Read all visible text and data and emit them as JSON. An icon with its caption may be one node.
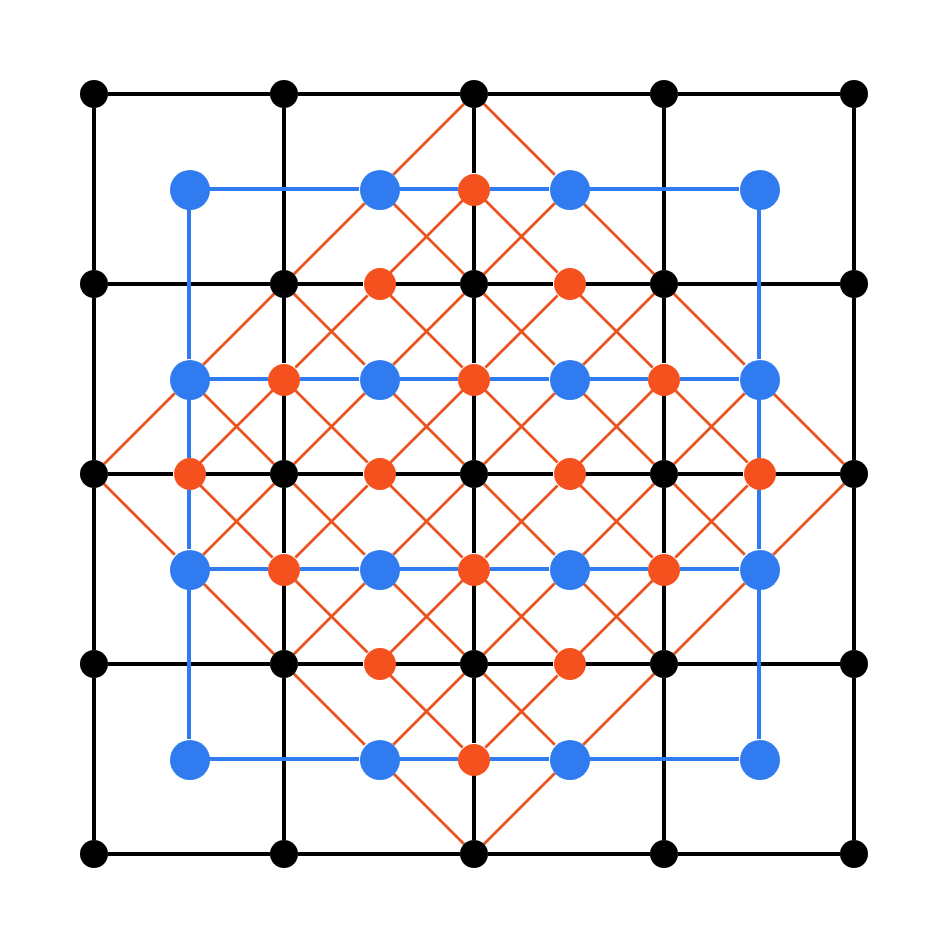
{
  "diagram": {
    "nodes": [
      {
        "text": [],
        "shape": "circle"
      },
      {
        "text": [],
        "shape": "circle"
      },
      {
        "text": [],
        "shape": "circle"
      },
      {
        "text": [],
        "shape": "circle"
      },
      {
        "text": [],
        "shape": "circle"
      },
      {
        "text": [],
        "shape": "circle"
      },
      {
        "text": [],
        "shape": "circle"
      },
      {
        "text": [],
        "shape": "circle"
      },
      {
        "text": [],
        "shape": "circle"
      },
      {
        "text": [],
        "shape": "circle"
      },
      {
        "text": [],
        "shape": "circle"
      },
      {
        "text": [],
        "shape": "circle"
      },
      {
        "text": [],
        "shape": "circle"
      },
      {
        "text": [],
        "shape": "circle"
      },
      {
        "text": [],
        "shape": "circle"
      },
      {
        "text": [],
        "shape": "circle"
      },
      {
        "text": [],
        "shape": "circle"
      },
      {
        "text": [],
        "shape": "circle"
      },
      {
        "text": [],
        "shape": "circle"
      },
      {
        "text": [],
        "shape": "circle"
      },
      {
        "text": [],
        "shape": "circle"
      },
      {
        "text": [],
        "shape": "circle"
      },
      {
        "text": [],
        "shape": "circle"
      },
      {
        "text": [],
        "shape": "circle"
      },
      {
        "text": [],
        "shape": "circle"
      },
      {
        "text": [],
        "shape": "circle"
      },
      {
        "text": [],
        "shape": "circle"
      },
      {
        "text": [],
        "shape": "circle"
      },
      {
        "text": [],
        "shape": "circle"
      },
      {
        "text": [],
        "shape": "circle"
      },
      {
        "text": [],
        "shape": "circle"
      },
      {
        "text": [],
        "shape": "circle"
      },
      {
        "text": [],
        "shape": "circle"
      },
      {
        "text": [],
        "shape": "circle"
      },
      {
        "text": [],
        "shape": "circle"
      },
      {
        "text": [],
        "shape": "circle"
      },
      {
        "text": [],
        "shape": "circle"
      },
      {
        "text": [],
        "shape": "circle"
      },
      {
        "text": [],
        "shape": "circle"
      },
      {
        "text": [],
        "shape": "circle"
      },
      {
        "text": [],
        "shape": "circle"
      },
      {
        "text": [],
        "shape": "circle"
      },
      {
        "text": [],
        "shape": "circle"
      },
      {
        "text": [],
        "shape": "circle"
      },
      {
        "text": [],
        "shape": "circle"
      },
      {
        "text": [],
        "shape": "circle"
      },
      {
        "text": [],
        "shape": "circle"
      },
      {
        "text": [],
        "shape": "circle"
      },
      {
        "text": [],
        "shape": "circle"
      },
      {
        "text": [],
        "shape": "circle"
      },
      {
        "text": [],
        "shape": "circle"
      },
      {
        "text": [],
        "shape": "circle"
      },
      {
        "text": [],
        "shape": "circle"
      },
      {
        "text": [],
        "shape": "circle"
      },
      {
        "text": [],
        "shape": "circle"
      },
      {
        "text": [],
        "shape": "circle"
      },
      {
        "text": [],
        "shape": "circle"
      }
    ],
    "edges": [
      {
        "from": 0,
        "to": 1,
        "arrow": "none",
        "color": "#000000"
      },
      {
        "from": 1,
        "to": 2,
        "arrow": "none",
        "color": "#000000"
      },
      {
        "from": 2,
        "to": 3,
        "arrow": "none",
        "color": "#000000"
      },
      {
        "from": 3,
        "to": 4,
        "arrow": "none",
        "color": "#000000"
      },
      {
        "from": 10,
        "to": 11,
        "arrow": "none",
        "color": "#000000"
      },
      {
        "from": 11,
        "to": 12,
        "arrow": "none",
        "color": "#000000"
      },
      {
        "from": 12,
        "to": 13,
        "arrow": "none",
        "color": "#000000"
      },
      {
        "from": 13,
        "to": 14,
        "arrow": "none",
        "color": "#000000"
      },
      {
        "from": 14,
        "to": 15,
        "arrow": "none",
        "color": "#000000"
      },
      {
        "from": 15,
        "to": 16,
        "arrow": "none",
        "color": "#000000"
      },
      {
        "from": 24,
        "to": 25,
        "arrow": "none",
        "color": "#000000"
      },
      {
        "from": 25,
        "to": 26,
        "arrow": "none",
        "color": "#000000"
      },
      {
        "from": 26,
        "to": 27,
        "arrow": "none",
        "color": "#000000"
      },
      {
        "from": 27,
        "to": 28,
        "arrow": "none",
        "color": "#000000"
      },
      {
        "from": 28,
        "to": 29,
        "arrow": "none",
        "color": "#000000"
      },
      {
        "from": 29,
        "to": 30,
        "arrow": "none",
        "color": "#000000"
      },
      {
        "from": 30,
        "to": 31,
        "arrow": "none",
        "color": "#000000"
      },
      {
        "from": 31,
        "to": 32,
        "arrow": "none",
        "color": "#000000"
      },
      {
        "from": 40,
        "to": 41,
        "arrow": "none",
        "color": "#000000"
      },
      {
        "from": 41,
        "to": 42,
        "arrow": "none",
        "color": "#000000"
      },
      {
        "from": 42,
        "to": 43,
        "arrow": "none",
        "color": "#000000"
      },
      {
        "from": 43,
        "to": 44,
        "arrow": "none",
        "color": "#000000"
      },
      {
        "from": 44,
        "to": 45,
        "arrow": "none",
        "color": "#000000"
      },
      {
        "from": 45,
        "to": 46,
        "arrow": "none",
        "color": "#000000"
      },
      {
        "from": 52,
        "to": 53,
        "arrow": "none",
        "color": "#000000"
      },
      {
        "from": 53,
        "to": 54,
        "arrow": "none",
        "color": "#000000"
      },
      {
        "from": 54,
        "to": 55,
        "arrow": "none",
        "color": "#000000"
      },
      {
        "from": 55,
        "to": 56,
        "arrow": "none",
        "color": "#000000"
      },
      {
        "from": 0,
        "to": 10,
        "arrow": "none",
        "color": "#000000"
      },
      {
        "from": 10,
        "to": 24,
        "arrow": "none",
        "color": "#000000"
      },
      {
        "from": 24,
        "to": 40,
        "arrow": "none",
        "color": "#000000"
      },
      {
        "from": 40,
        "to": 52,
        "arrow": "none",
        "color": "#000000"
      },
      {
        "from": 1,
        "to": 11,
        "arrow": "none",
        "color": "#000000"
      },
      {
        "from": 11,
        "to": 18,
        "arrow": "none",
        "color": "#000000"
      },
      {
        "from": 18,
        "to": 26,
        "arrow": "none",
        "color": "#000000"
      },
      {
        "from": 26,
        "to": 34,
        "arrow": "none",
        "color": "#000000"
      },
      {
        "from": 34,
        "to": 41,
        "arrow": "none",
        "color": "#000000"
      },
      {
        "from": 41,
        "to": 53,
        "arrow": "none",
        "color": "#000000"
      },
      {
        "from": 2,
        "to": 7,
        "arrow": "none",
        "color": "#000000"
      },
      {
        "from": 7,
        "to": 13,
        "arrow": "none",
        "color": "#000000"
      },
      {
        "from": 13,
        "to": 20,
        "arrow": "none",
        "color": "#000000"
      },
      {
        "from": 20,
        "to": 28,
        "arrow": "none",
        "color": "#000000"
      },
      {
        "from": 28,
        "to": 36,
        "arrow": "none",
        "color": "#000000"
      },
      {
        "from": 36,
        "to": 43,
        "arrow": "none",
        "color": "#000000"
      },
      {
        "from": 43,
        "to": 49,
        "arrow": "none",
        "color": "#000000"
      },
      {
        "from": 49,
        "to": 54,
        "arrow": "none",
        "color": "#000000"
      },
      {
        "from": 3,
        "to": 15,
        "arrow": "none",
        "color": "#000000"
      },
      {
        "from": 15,
        "to": 22,
        "arrow": "none",
        "color": "#000000"
      },
      {
        "from": 22,
        "to": 30,
        "arrow": "none",
        "color": "#000000"
      },
      {
        "from": 30,
        "to": 38,
        "arrow": "none",
        "color": "#000000"
      },
      {
        "from": 38,
        "to": 45,
        "arrow": "none",
        "color": "#000000"
      },
      {
        "from": 45,
        "to": 55,
        "arrow": "none",
        "color": "#000000"
      },
      {
        "from": 4,
        "to": 16,
        "arrow": "none",
        "color": "#000000"
      },
      {
        "from": 16,
        "to": 32,
        "arrow": "none",
        "color": "#000000"
      },
      {
        "from": 32,
        "to": 46,
        "arrow": "none",
        "color": "#000000"
      },
      {
        "from": 46,
        "to": 56,
        "arrow": "none",
        "color": "#000000"
      },
      {
        "from": 5,
        "to": 6,
        "arrow": "none",
        "color": "#2f7bef"
      },
      {
        "from": 6,
        "to": 7,
        "arrow": "none",
        "color": "#2f7bef"
      },
      {
        "from": 7,
        "to": 8,
        "arrow": "none",
        "color": "#2f7bef"
      },
      {
        "from": 8,
        "to": 9,
        "arrow": "none",
        "color": "#2f7bef"
      },
      {
        "from": 17,
        "to": 18,
        "arrow": "none",
        "color": "#2f7bef"
      },
      {
        "from": 18,
        "to": 19,
        "arrow": "none",
        "color": "#2f7bef"
      },
      {
        "from": 19,
        "to": 20,
        "arrow": "none",
        "color": "#2f7bef"
      },
      {
        "from": 20,
        "to": 21,
        "arrow": "none",
        "color": "#2f7bef"
      },
      {
        "from": 21,
        "to": 22,
        "arrow": "none",
        "color": "#2f7bef"
      },
      {
        "from": 22,
        "to": 23,
        "arrow": "none",
        "color": "#2f7bef"
      },
      {
        "from": 33,
        "to": 34,
        "arrow": "none",
        "color": "#2f7bef"
      },
      {
        "from": 34,
        "to": 35,
        "arrow": "none",
        "color": "#2f7bef"
      },
      {
        "from": 35,
        "to": 36,
        "arrow": "none",
        "color": "#2f7bef"
      },
      {
        "from": 36,
        "to": 37,
        "arrow": "none",
        "color": "#2f7bef"
      },
      {
        "from": 37,
        "to": 38,
        "arrow": "none",
        "color": "#2f7bef"
      },
      {
        "from": 38,
        "to": 39,
        "arrow": "none",
        "color": "#2f7bef"
      },
      {
        "from": 47,
        "to": 48,
        "arrow": "none",
        "color": "#2f7bef"
      },
      {
        "from": 48,
        "to": 49,
        "arrow": "none",
        "color": "#2f7bef"
      },
      {
        "from": 49,
        "to": 50,
        "arrow": "none",
        "color": "#2f7bef"
      },
      {
        "from": 50,
        "to": 51,
        "arrow": "none",
        "color": "#2f7bef"
      },
      {
        "from": 5,
        "to": 17,
        "arrow": "none",
        "color": "#2f7bef"
      },
      {
        "from": 17,
        "to": 25,
        "arrow": "none",
        "color": "#2f7bef"
      },
      {
        "from": 25,
        "to": 33,
        "arrow": "none",
        "color": "#2f7bef"
      },
      {
        "from": 33,
        "to": 47,
        "arrow": "none",
        "color": "#2f7bef"
      },
      {
        "from": 9,
        "to": 23,
        "arrow": "none",
        "color": "#2f7bef"
      },
      {
        "from": 23,
        "to": 31,
        "arrow": "none",
        "color": "#2f7bef"
      },
      {
        "from": 31,
        "to": 39,
        "arrow": "none",
        "color": "#2f7bef"
      },
      {
        "from": 39,
        "to": 51,
        "arrow": "none",
        "color": "#2f7bef"
      },
      {
        "from": 24,
        "to": 17,
        "arrow": "none"
      },
      {
        "from": 17,
        "to": 11,
        "arrow": "none"
      },
      {
        "from": 11,
        "to": 6,
        "arrow": "none"
      },
      {
        "from": 6,
        "to": 2,
        "arrow": "none"
      },
      {
        "from": 25,
        "to": 18,
        "arrow": "none"
      },
      {
        "from": 18,
        "to": 12,
        "arrow": "none"
      },
      {
        "from": 12,
        "to": 7,
        "arrow": "none"
      },
      {
        "from": 33,
        "to": 26,
        "arrow": "none"
      },
      {
        "from": 26,
        "to": 19,
        "arrow": "none"
      },
      {
        "from": 19,
        "to": 13,
        "arrow": "none"
      },
      {
        "from": 13,
        "to": 8,
        "arrow": "none"
      },
      {
        "from": 34,
        "to": 27,
        "arrow": "none"
      },
      {
        "from": 27,
        "to": 20,
        "arrow": "none"
      },
      {
        "from": 20,
        "to": 14,
        "arrow": "none"
      },
      {
        "from": 41,
        "to": 35,
        "arrow": "none"
      },
      {
        "from": 35,
        "to": 28,
        "arrow": "none"
      },
      {
        "from": 28,
        "to": 21,
        "arrow": "none"
      },
      {
        "from": 21,
        "to": 15,
        "arrow": "none"
      },
      {
        "from": 42,
        "to": 36,
        "arrow": "none"
      },
      {
        "from": 36,
        "to": 29,
        "arrow": "none"
      },
      {
        "from": 29,
        "to": 22,
        "arrow": "none"
      },
      {
        "from": 48,
        "to": 43,
        "arrow": "none"
      },
      {
        "from": 43,
        "to": 37,
        "arrow": "none"
      },
      {
        "from": 37,
        "to": 30,
        "arrow": "none"
      },
      {
        "from": 30,
        "to": 23,
        "arrow": "none"
      },
      {
        "from": 49,
        "to": 44,
        "arrow": "none"
      },
      {
        "from": 44,
        "to": 38,
        "arrow": "none"
      },
      {
        "from": 38,
        "to": 31,
        "arrow": "none"
      },
      {
        "from": 54,
        "to": 50,
        "arrow": "none"
      },
      {
        "from": 50,
        "to": 45,
        "arrow": "none"
      },
      {
        "from": 45,
        "to": 39,
        "arrow": "none"
      },
      {
        "from": 39,
        "to": 32,
        "arrow": "none"
      },
      {
        "from": 24,
        "to": 33,
        "arrow": "none"
      },
      {
        "from": 33,
        "to": 41,
        "arrow": "none"
      },
      {
        "from": 41,
        "to": 48,
        "arrow": "none"
      },
      {
        "from": 48,
        "to": 54,
        "arrow": "none"
      },
      {
        "from": 25,
        "to": 34,
        "arrow": "none"
      },
      {
        "from": 34,
        "to": 42,
        "arrow": "none"
      },
      {
        "from": 42,
        "to": 49,
        "arrow": "none"
      },
      {
        "from": 17,
        "to": 26,
        "arrow": "none"
      },
      {
        "from": 26,
        "to": 35,
        "arrow": "none"
      },
      {
        "from": 35,
        "to": 43,
        "arrow": "none"
      },
      {
        "from": 43,
        "to": 50,
        "arrow": "none"
      },
      {
        "from": 18,
        "to": 27,
        "arrow": "none"
      },
      {
        "from": 27,
        "to": 36,
        "arrow": "none"
      },
      {
        "from": 36,
        "to": 44,
        "arrow": "none"
      },
      {
        "from": 11,
        "to": 19,
        "arrow": "none"
      },
      {
        "from": 19,
        "to": 28,
        "arrow": "none"
      },
      {
        "from": 28,
        "to": 37,
        "arrow": "none"
      },
      {
        "from": 37,
        "to": 45,
        "arrow": "none"
      },
      {
        "from": 12,
        "to": 20,
        "arrow": "none"
      },
      {
        "from": 20,
        "to": 29,
        "arrow": "none"
      },
      {
        "from": 29,
        "to": 38,
        "arrow": "none"
      },
      {
        "from": 6,
        "to": 13,
        "arrow": "none"
      },
      {
        "from": 13,
        "to": 21,
        "arrow": "none"
      },
      {
        "from": 21,
        "to": 30,
        "arrow": "none"
      },
      {
        "from": 30,
        "to": 39,
        "arrow": "none"
      },
      {
        "from": 7,
        "to": 14,
        "arrow": "none"
      },
      {
        "from": 14,
        "to": 22,
        "arrow": "none"
      },
      {
        "from": 22,
        "to": 31,
        "arrow": "none"
      },
      {
        "from": 2,
        "to": 8,
        "arrow": "none"
      },
      {
        "from": 8,
        "to": 15,
        "arrow": "none"
      },
      {
        "from": 15,
        "to": 23,
        "arrow": "none"
      },
      {
        "from": 23,
        "to": 32,
        "arrow": "none"
      }
    ]
  }
}
